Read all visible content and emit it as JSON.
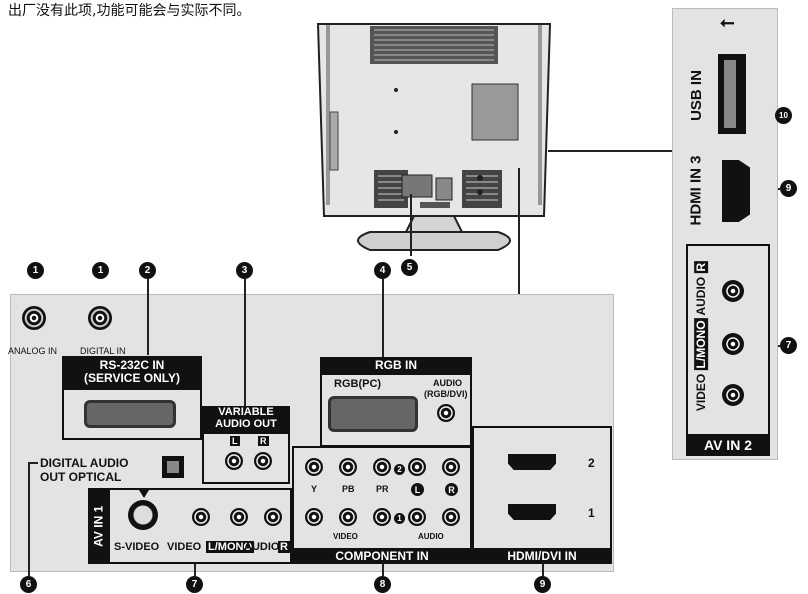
{
  "header": {
    "text": "出厂没有此项,功能可能会与实际不同。"
  },
  "callouts": {
    "n1": "1",
    "n2": "2",
    "n3": "3",
    "n4": "4",
    "n5": "5",
    "n6": "6",
    "n7": "7",
    "n8": "8",
    "n9": "9",
    "n10": "10"
  },
  "labels": {
    "analog_in": "ANALOG IN",
    "digital_in": "DIGITAL IN",
    "rs232_line1": "RS-232C IN",
    "rs232_line2": "(SERVICE ONLY)",
    "variable_line1": "VARIABLE",
    "variable_line2": "AUDIO OUT",
    "ch_l": "L",
    "ch_r": "R",
    "rgb_in": "RGB IN",
    "rgb_pc": "RGB(PC)",
    "audio_line1": "AUDIO",
    "audio_line2": "(RGB/DVI)",
    "digital_audio_line1": "DIGITAL AUDIO",
    "digital_audio_line2": "OUT OPTICAL",
    "av_in_1": "AV IN 1",
    "svideo": "S-VIDEO",
    "video": "VIDEO",
    "lmono": "L/MONO",
    "audio": "AUDIO",
    "r": "R",
    "y": "Y",
    "pb": "PB",
    "pr": "PR",
    "video_small": "VIDEO",
    "audio_small": "AUDIO",
    "component_in": "COMPONENT IN",
    "hdmi_num2": "2",
    "hdmi_num1": "1",
    "hdmi_dvi_in": "HDMI/DVI IN",
    "usb_in": "USB IN",
    "hdmi_in_3": "HDMI IN 3",
    "side_video": "VIDEO",
    "side_lmono": "L/MONO",
    "side_audio": "AUDIO",
    "side_r": "R",
    "av_in_2": "AV IN 2",
    "comp_mark_2": "2",
    "comp_mark_1": "1"
  },
  "icons": {
    "usb": "usb-icon"
  }
}
